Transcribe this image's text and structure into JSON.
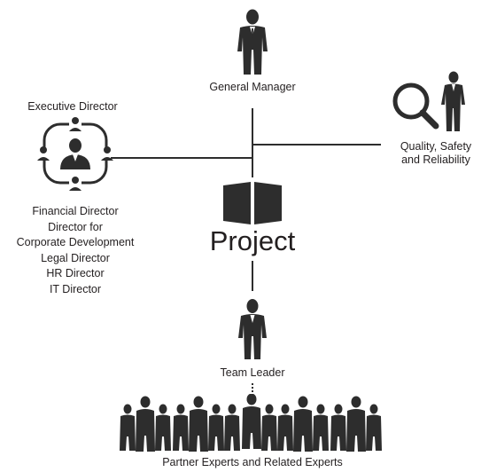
{
  "diagram": {
    "center": {
      "title": "Project",
      "icon": "open-book-icon"
    },
    "general_manager": {
      "label": "General Manager",
      "icon": "person-icon"
    },
    "quality": {
      "label_line1": "Quality, Safety",
      "label_line2": "and Reliability",
      "icon": "magnifier-person-icon"
    },
    "executive": {
      "title": "Executive Director",
      "icon": "network-people-icon",
      "roles": [
        "Financial Director",
        "Director for",
        "Corporate Development",
        "Legal Director",
        "HR Director",
        "IT Director"
      ]
    },
    "team_leader": {
      "label": "Team Leader",
      "icon": "person-icon"
    },
    "experts": {
      "label": "Partner Experts and Related Experts",
      "icon": "group-people-icon"
    },
    "colors": {
      "ink": "#2d2d2d",
      "background": "#ffffff"
    }
  }
}
